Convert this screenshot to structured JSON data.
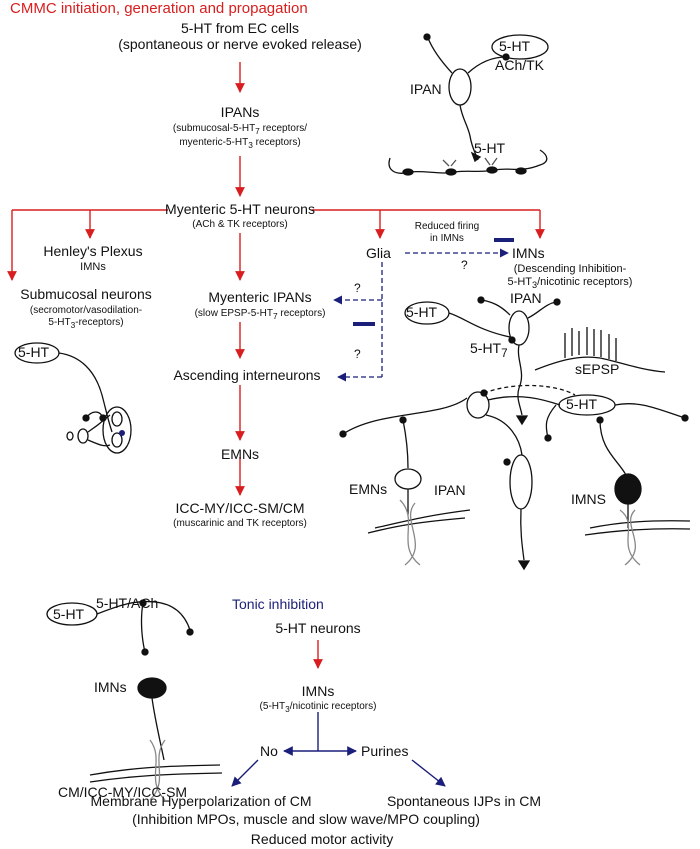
{
  "colors": {
    "cascade_arrow": "#d81e1e",
    "inhibition": "#1b1f7a",
    "text": "#111111"
  },
  "titles": {
    "main": "CMMC initiation, generation and propagation",
    "tonic": "Tonic inhibition"
  },
  "cascade": {
    "source_line1": "5-HT from EC cells",
    "source_line2": "(spontaneous or nerve evoked release)",
    "ipans": "IPANs",
    "ipans_receptors_1": "(submucosal-5-HT",
    "ipans_receptors_sub1": "7",
    "ipans_receptors_2": " receptors/",
    "ipans_receptors_3": "myenteric-5-HT",
    "ipans_receptors_sub2": "3",
    "ipans_receptors_4": " receptors)",
    "myenteric_5ht": "Myenteric 5-HT neurons",
    "myenteric_5ht_receptors": "(ACh & TK receptors)",
    "henley": "Henley's Plexus",
    "henley_imns": "IMNs",
    "submucosal": "Submucosal neurons",
    "submucosal_sub_1": "(secromotor/vasodilation-",
    "submucosal_sub_2": "5-HT",
    "submucosal_sub_3": "3",
    "submucosal_sub_4": "-receptors)",
    "myenteric_ipans": "Myenteric IPANs",
    "myenteric_ipans_sub_1": "(slow EPSP-5-HT",
    "myenteric_ipans_sub_2": "7",
    "myenteric_ipans_sub_3": " receptors)",
    "ascending": "Ascending interneurons",
    "emns": "EMNs",
    "icc": "ICC-MY/ICC-SM/CM",
    "icc_receptors": "(muscarinic and TK receptors)",
    "glia": "Glia",
    "imns": "IMNs",
    "imns_sub_1": "(Descending Inhibition-",
    "imns_sub_2": "5-HT",
    "imns_sub_3": "3",
    "imns_sub_4": "/nicotinic receptors)",
    "reduced_firing_1": "Reduced firing",
    "reduced_firing_2": "in IMNs",
    "question": "?"
  },
  "illustrations": {
    "top_5ht": "5-HT",
    "top_ach_tk": "ACh/TK",
    "top_ipan": "IPAN",
    "top_5ht_ec": "5-HT",
    "mid_5ht": "5-HT",
    "mid_ipan": "IPAN",
    "mid_5ht7_1": "5-HT",
    "mid_5ht7_2": "7",
    "mid_sepsp": "sEPSP",
    "left_5ht": "5-HT",
    "circuit_emns": "EMNs",
    "circuit_ipan": "IPAN",
    "circuit_5ht": "5-HT",
    "circuit_imns": "IMNS",
    "bottom_5ht": "5-HT",
    "bottom_5ht_ach": "5-HT/ACh",
    "bottom_imns": "IMNs",
    "bottom_cm": "CM/ICC-MY/ICC-SM"
  },
  "tonic": {
    "neurons": "5-HT neurons",
    "imns": "IMNs",
    "imns_sub_1": "(5-HT",
    "imns_sub_2": "3",
    "imns_sub_3": "/nicotinic  receptors)",
    "no": "No",
    "purines": "Purines",
    "hyperpol": "Membrane Hyperpolarization of CM",
    "ijps": "Spontaneous IJPs in CM",
    "inhibition": "(Inhibition MPOs, muscle and slow wave/MPO coupling)",
    "reduced": "Reduced motor activity"
  }
}
